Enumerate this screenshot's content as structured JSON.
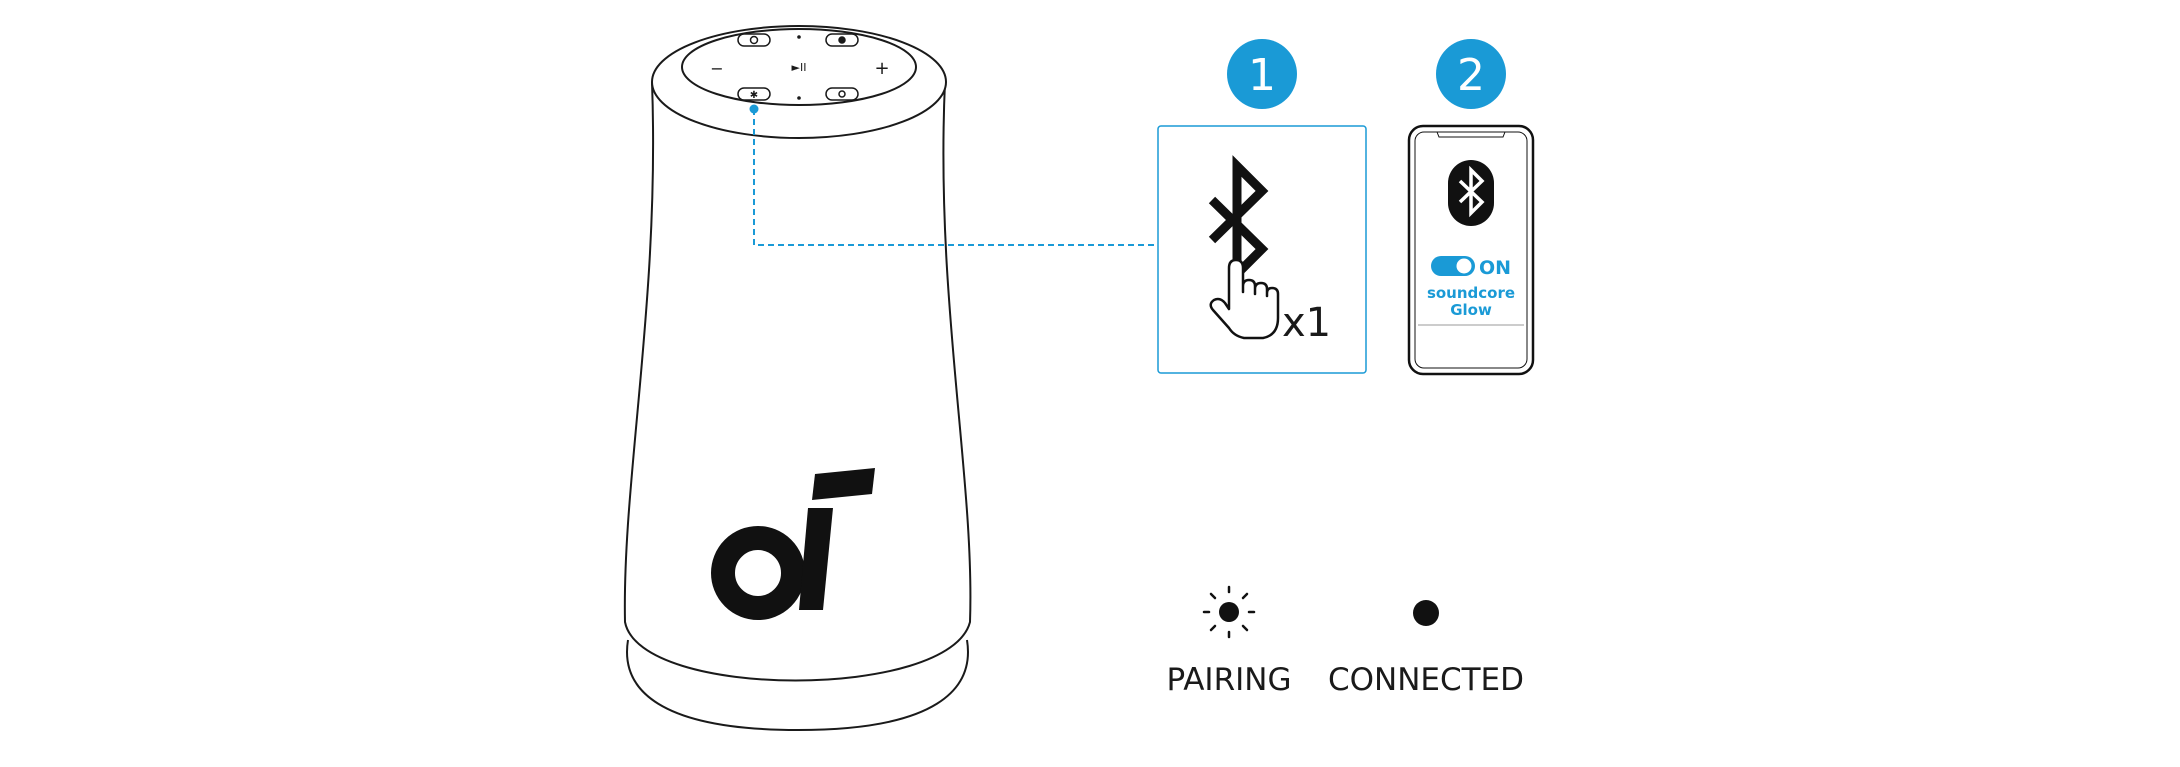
{
  "colors": {
    "accent": "#1a9ad6",
    "line": "#1a1a1a",
    "background": "#ffffff"
  },
  "speaker": {
    "controls": {
      "minus": "−",
      "plus": "+",
      "play_pause": "►II"
    },
    "logo_icon": "soundcore-logo-icon"
  },
  "steps": [
    {
      "number": "1"
    },
    {
      "number": "2"
    }
  ],
  "step1": {
    "icon": "bluetooth-icon",
    "gesture_icon": "finger-tap-icon",
    "press_count": "x1"
  },
  "step2": {
    "icon": "bluetooth-icon",
    "toggle_state": "ON",
    "device_name_line1": "soundcore",
    "device_name_line2": "Glow"
  },
  "legend": {
    "pairing_label": "PAIRING",
    "connected_label": "CONNECTED"
  }
}
